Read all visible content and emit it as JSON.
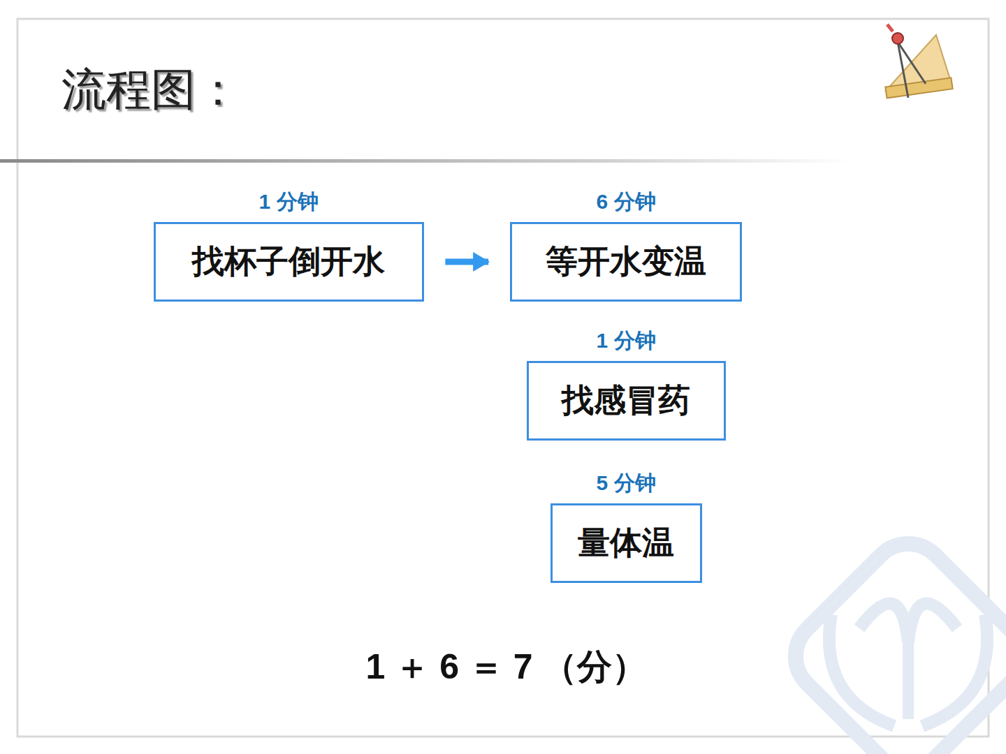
{
  "diagram": {
    "title": "流程图：",
    "nodes": [
      {
        "text": [
          "1 分钟",
          "找杯子倒开水"
        ]
      },
      {
        "text": [
          "6 分钟",
          "等开水变温"
        ]
      },
      {
        "text": [
          "1 分钟",
          "找感冒药"
        ]
      },
      {
        "text": [
          "5 分钟",
          "量体温"
        ]
      }
    ],
    "edges": [
      {
        "from": 0,
        "to": 1,
        "arrow": "to"
      }
    ],
    "labels": [
      "1 ＋ 6 ＝ 7 （分）"
    ]
  }
}
